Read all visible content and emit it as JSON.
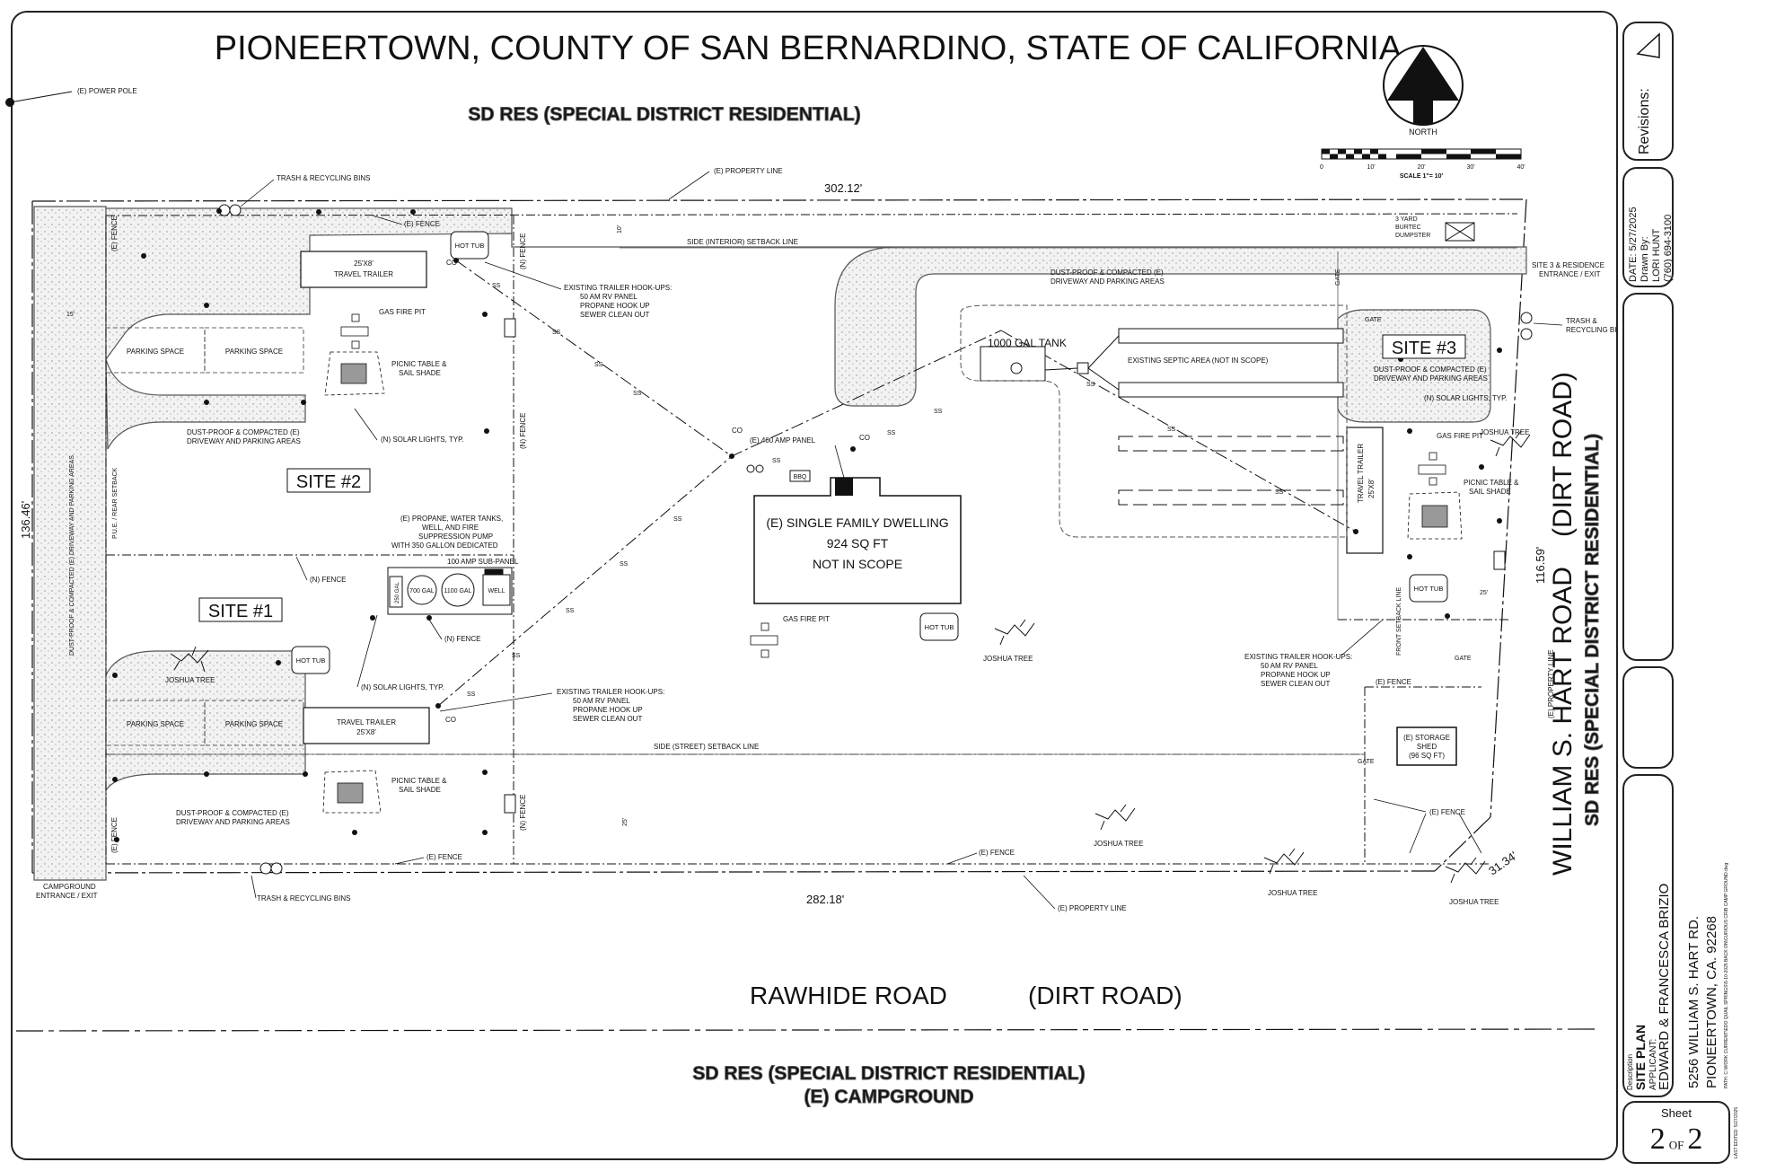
{
  "title": "PIONEERTOWN, COUNTY OF SAN BERNARDINO, STATE OF CALIFORNIA",
  "zoning_top": "SD RES (SPECIAL DISTRICT RESIDENTIAL)",
  "zoning_bottom": "SD RES (SPECIAL DISTRICT RESIDENTIAL)",
  "zoning_bottom_2": "(E) CAMPGROUND",
  "zoning_right": "SD RES (SPECIAL DISTRICT RESIDENTIAL)",
  "north_label": "NORTH",
  "scale": {
    "ticks": [
      "0",
      "10'",
      "20'",
      "30'",
      "40'"
    ],
    "label": "SCALE 1\"= 10'"
  },
  "roads": {
    "rawhide": "RAWHIDE ROAD",
    "rawhide_type": "(DIRT ROAD)",
    "hart": "WILLIAM S. HART ROAD",
    "hart_type": "(DIRT ROAD)"
  },
  "dimensions": {
    "top": "302.12'",
    "bottom": "282.18'",
    "left": "136.46'",
    "right": "116.59'",
    "corner": "31.34'",
    "setback_15": "15'",
    "setback_10": "10'",
    "setback_25": "25'",
    "setback_25b": "25'"
  },
  "sites": {
    "s1": "SITE #1",
    "s2": "SITE #2",
    "s3": "SITE #3"
  },
  "labels": {
    "power_pole": "(E)  POWER POLE",
    "property_line": "(E)  PROPERTY LINE",
    "property_line_bottom": "(E)  PROPERTY LINE",
    "property_line_right": "(E)  PROPERTY LINE",
    "trash_top": "TRASH & RECYCLING BINS",
    "trash_bottom": "TRASH & RECYCLING BINS",
    "trash_right_1": "TRASH &",
    "trash_right_2": "RECYCLING BINS",
    "fence_top": "(E) FENCE",
    "fence_n1": "(N) FENCE",
    "fence_n2": "(N) FENCE",
    "fence_bottom_left": "(E) FENCE",
    "fence_bottom_mid": "(E) FENCE",
    "fence_right": "(E) FENCE",
    "fence_right2": "(E) FENCE",
    "fence_left_vert": "(E) FENCE",
    "fence_left_vert2": "(E) FENCE",
    "fence_n_vert1": "(N) FENCE",
    "fence_n_vert2": "(N) FENCE",
    "fence_n_vert3": "(N) FENCE",
    "hot_tub": "HOT TUB",
    "travel_trailer": "TRAVEL TRAILER",
    "size_25x8": "25'X8'",
    "parking_space": "PARKING SPACE",
    "picnic_1": "PICNIC TABLE &",
    "picnic_2": "SAIL SHADE",
    "gas_fire_pit": "GAS FIRE PIT",
    "solar_lights": "(N) SOLAR LIGHTS, TYP.",
    "dust_1": "DUST-PROOF & COMPACTED (E)",
    "dust_2": "DRIVEWAY AND PARKING AREAS",
    "dust_left_vert": "DUST-PROOF & COMPACTED (E) DRIVEWAY AND PARKING AREAS",
    "pue": "P.U.E. / REAR SETBACK",
    "propane_1": "(E) PROPANE, WATER TANKS,",
    "propane_2": "WELL, AND FIRE",
    "propane_3": "SUPPRESSION PUMP",
    "propane_4": "WITH 350 GALLON DEDICATED",
    "sub_panel": "100 AMP SUB-PANEL",
    "tank_700": "700 GAL",
    "tank_1100": "1100 GAL",
    "well": "WELL",
    "tank_250": "250 GAL",
    "joshua_tree": "JOSHUA TREE",
    "hookup_title": "EXISTING TRAILER HOOK-UPS:",
    "hookup_1": "50 AM RV PANEL",
    "hookup_2": "PROPANE HOOK UP",
    "hookup_3": "SEWER CLEAN OUT",
    "co": "CO",
    "ss": "SS",
    "amp_panel": "(E) 400 AMP PANEL",
    "bbq": "BBQ",
    "dwelling_1": "(E) SINGLE FAMILY DWELLING",
    "dwelling_2": "924 SQ FT",
    "dwelling_3": "NOT IN SCOPE",
    "septic_tank": "1000 GAL TANK",
    "septic_area": "EXISTING SEPTIC AREA (NOT IN SCOPE)",
    "side_interior": "SIDE (INTERIOR) SETBACK LINE",
    "side_street": "SIDE (STREET) SETBACK LINE",
    "front_setback": "FRONT SETBACK LINE",
    "dumpster_1": "3 YARD",
    "dumpster_2": "BURTEC",
    "dumpster_3": "DUMPSTER",
    "gate": "GATE",
    "site3_entrance_1": "SITE 3 & RESIDENCE",
    "site3_entrance_2": "ENTRANCE / EXIT",
    "camp_entrance_1": "CAMPGROUND",
    "camp_entrance_2": "ENTRANCE / EXIT",
    "storage_1": "(E) STORAGE",
    "storage_2": "SHED",
    "storage_3": "(96 SQ FT)"
  },
  "title_block": {
    "revisions": "Revisions:",
    "date": "DATE: 5/27/2025",
    "drawn_by": "Drawn By:",
    "drafter": "LORI HUNT",
    "phone": "(760) 694-3100",
    "description": "Description",
    "sheet_title": "SITE PLAN",
    "applicant_label": "APPLICANT:",
    "applicant": "EDWARD & FRANCESCA BRIZIO",
    "address_1": "5256 WILLIAM S. HART RD.",
    "address_2": "PIONEERTOWN, CA. 92268",
    "path": "PATH: C:\\WORK CURRENT\\EDO QUAIL SPRINGS\\5-10-2025 BACK ON\\CURIOUS CRIB CAMP GROUND.dwg",
    "last_edited": "LAST EDITED: 5/27/2025",
    "sheet_label": "Sheet",
    "sheet_no": "2",
    "of": "OF",
    "sheet_total": "2"
  }
}
